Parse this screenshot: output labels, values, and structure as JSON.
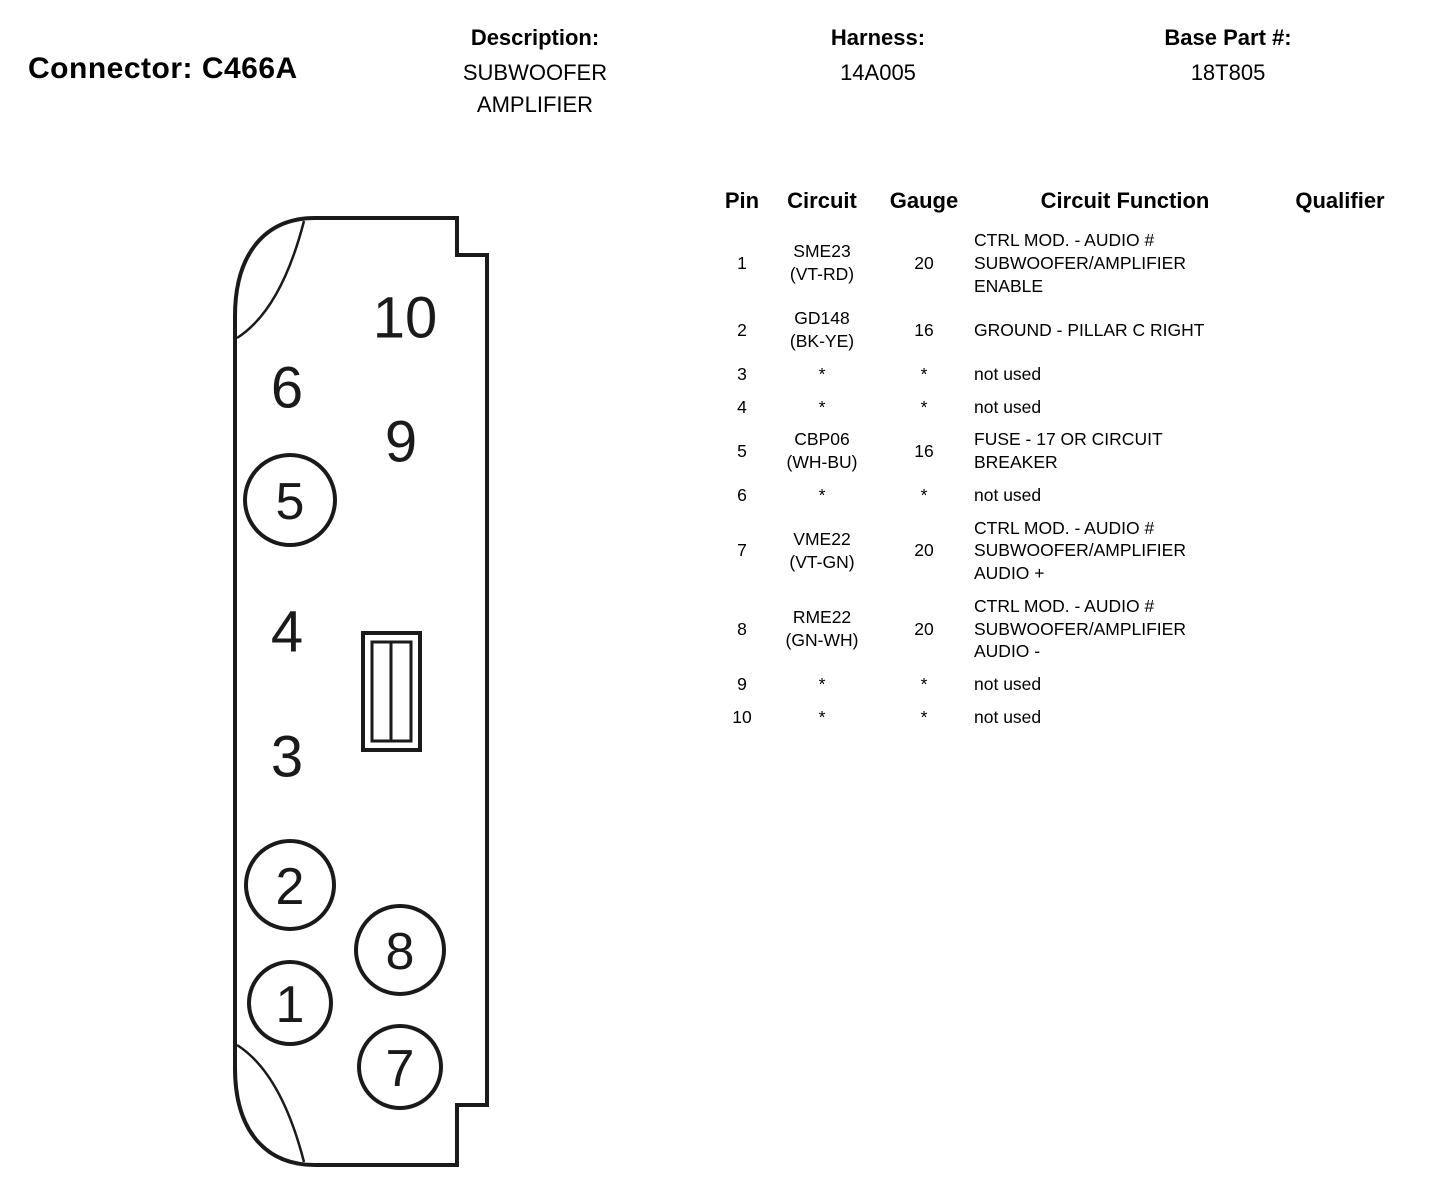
{
  "header": {
    "connector_label": "Connector: C466A",
    "description_label": "Description:",
    "description_value": "SUBWOOFER\nAMPLIFIER",
    "harness_label": "Harness:",
    "harness_value": "14A005",
    "base_part_label": "Base Part #:",
    "base_part_value": "18T805"
  },
  "diagram": {
    "plain_pins": [
      "10",
      "6",
      "9",
      "4",
      "3"
    ],
    "circled_pins": [
      "5",
      "2",
      "1",
      "8",
      "7"
    ]
  },
  "table": {
    "columns": {
      "pin": "Pin",
      "circuit": "Circuit",
      "gauge": "Gauge",
      "function": "Circuit Function",
      "qualifier": "Qualifier"
    },
    "rows": [
      {
        "pin": "1",
        "circuit": "SME23\n(VT-RD)",
        "gauge": "20",
        "function": "CTRL MOD. - AUDIO #\nSUBWOOFER/AMPLIFIER\nENABLE",
        "qualifier": ""
      },
      {
        "pin": "2",
        "circuit": "GD148\n(BK-YE)",
        "gauge": "16",
        "function": "GROUND - PILLAR C RIGHT",
        "qualifier": ""
      },
      {
        "pin": "3",
        "circuit": "*",
        "gauge": "*",
        "function": "not used",
        "qualifier": ""
      },
      {
        "pin": "4",
        "circuit": "*",
        "gauge": "*",
        "function": "not used",
        "qualifier": ""
      },
      {
        "pin": "5",
        "circuit": "CBP06\n(WH-BU)",
        "gauge": "16",
        "function": "FUSE - 17 OR CIRCUIT\nBREAKER",
        "qualifier": ""
      },
      {
        "pin": "6",
        "circuit": "*",
        "gauge": "*",
        "function": "not used",
        "qualifier": ""
      },
      {
        "pin": "7",
        "circuit": "VME22\n(VT-GN)",
        "gauge": "20",
        "function": "CTRL MOD. - AUDIO #\nSUBWOOFER/AMPLIFIER\nAUDIO +",
        "qualifier": ""
      },
      {
        "pin": "8",
        "circuit": "RME22\n(GN-WH)",
        "gauge": "20",
        "function": "CTRL MOD. - AUDIO #\nSUBWOOFER/AMPLIFIER\nAUDIO -",
        "qualifier": ""
      },
      {
        "pin": "9",
        "circuit": "*",
        "gauge": "*",
        "function": "not used",
        "qualifier": ""
      },
      {
        "pin": "10",
        "circuit": "*",
        "gauge": "*",
        "function": "not used",
        "qualifier": ""
      }
    ]
  }
}
